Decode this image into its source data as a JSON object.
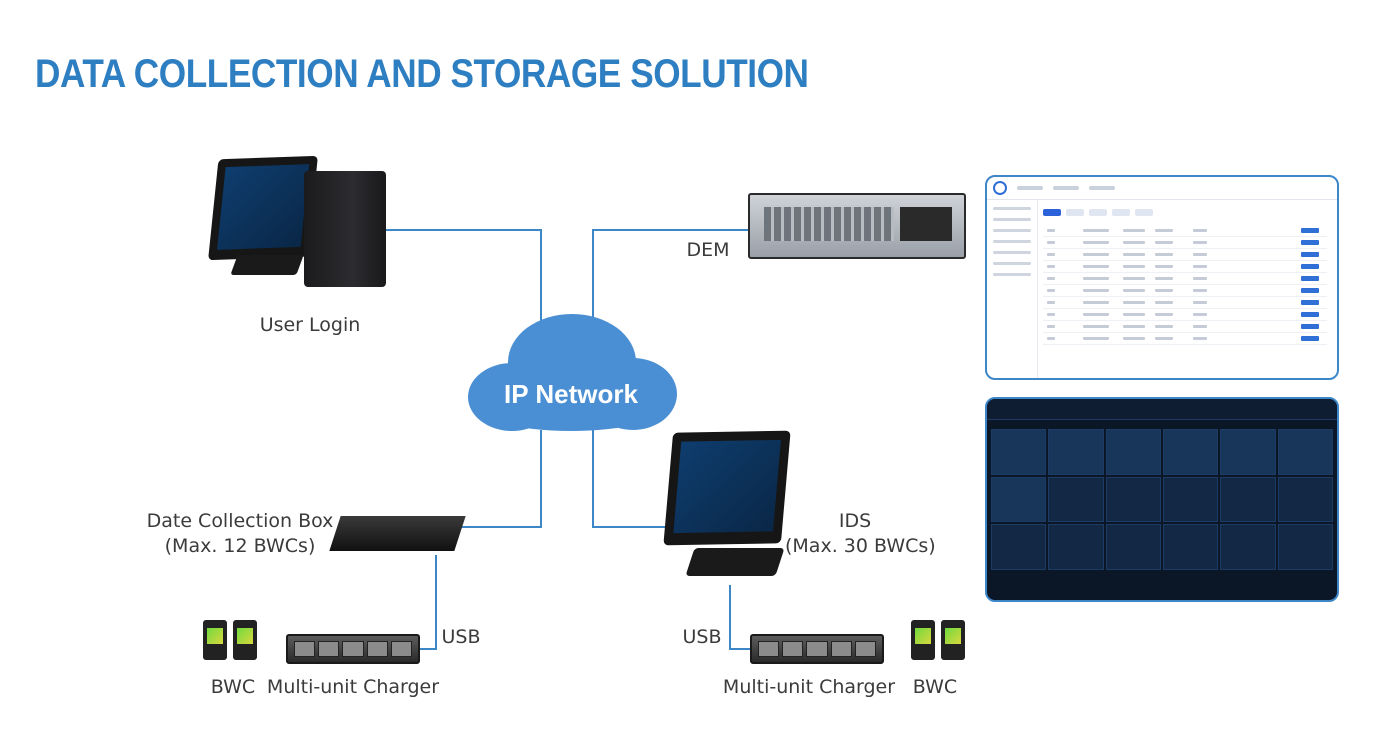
{
  "title": "DATA COLLECTION AND STORAGE SOLUTION",
  "cloud": {
    "label": "IP Network",
    "color": "#4a8fd3"
  },
  "nodes": {
    "user_login": "User Login",
    "dem": "DEM",
    "collection_box": {
      "line1": "Date Collection Box",
      "line2": "(Max. 12 BWCs)"
    },
    "ids": {
      "line1": "IDS",
      "line2": "(Max. 30 BWCs)"
    },
    "usb_left": "USB",
    "usb_right": "USB",
    "bwc_left": "BWC",
    "charger_left": "Multi-unit Charger",
    "charger_right": "Multi-unit Charger",
    "bwc_right": "BWC"
  },
  "colors": {
    "title": "#2e7ec2",
    "line": "#3d86c8",
    "panel_border": "#3d86c8"
  }
}
